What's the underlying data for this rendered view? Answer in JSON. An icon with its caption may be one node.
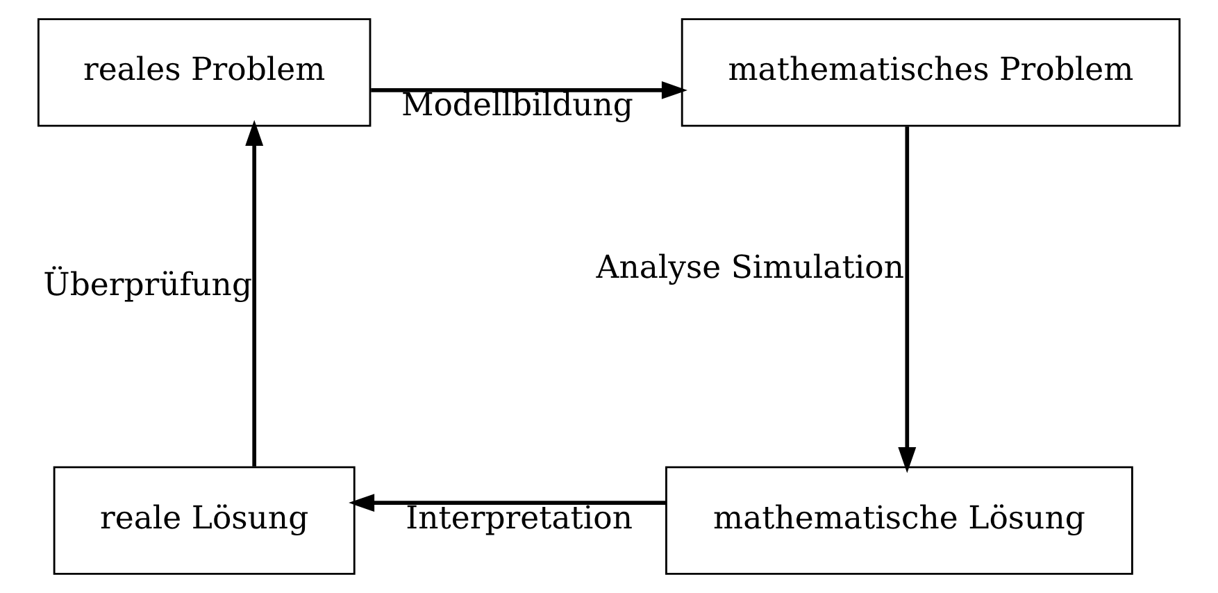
{
  "diagram": {
    "nodes": [
      {
        "text": [
          "reales Problem"
        ]
      },
      {
        "text": [
          "mathematisches Problem"
        ]
      },
      {
        "text": [
          "mathematische Lösung"
        ]
      },
      {
        "text": [
          "reale Lösung"
        ]
      }
    ],
    "edges": [
      {
        "from": 0,
        "to": 1,
        "arrow": "to",
        "label": "Modellbildung"
      },
      {
        "from": 1,
        "to": 2,
        "arrow": "to",
        "label": "Analyse Simulation"
      },
      {
        "from": 2,
        "to": 3,
        "arrow": "to",
        "label": "Interpretation"
      },
      {
        "from": 3,
        "to": 0,
        "arrow": "to",
        "label": "Überprüfung"
      }
    ]
  }
}
